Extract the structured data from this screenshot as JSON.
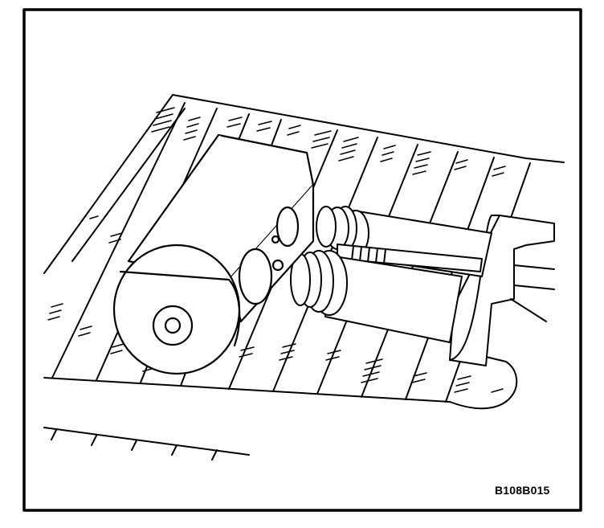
{
  "figure": {
    "id_label": "B108B015",
    "ink_color": "#000000",
    "paper_color": "#ffffff",
    "parts": [
      "expansion-valve",
      "refrigerant-lines",
      "line-block-fitting",
      "evaporator-core"
    ]
  }
}
